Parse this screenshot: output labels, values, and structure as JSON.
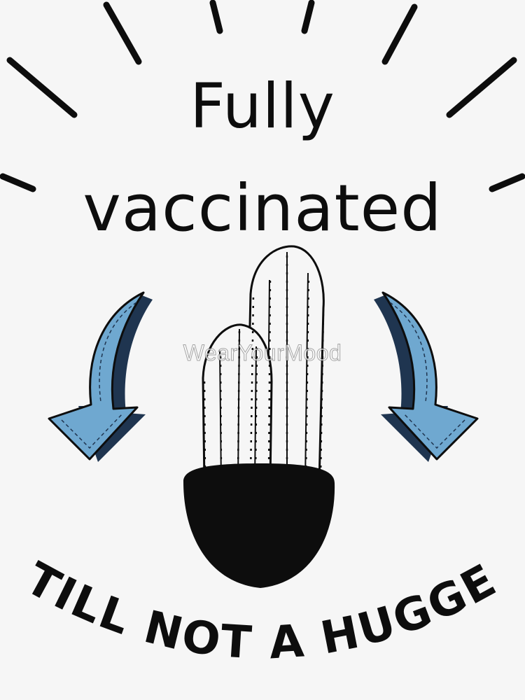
{
  "headline": {
    "line1": "Fully",
    "line2": "vaccinated"
  },
  "tagline": "STILL NOT A HUGGER",
  "watermark": "WearYourMood",
  "colors": {
    "background": "#f6f6f6",
    "ink": "#0d0d0d",
    "arrow_fill": "#6fa8d0",
    "arrow_shadow": "#1f3550"
  },
  "icons": {
    "rays": "sunburst-rays",
    "arrows": "curved-arrow-down",
    "plant": "cactus-in-pot"
  }
}
